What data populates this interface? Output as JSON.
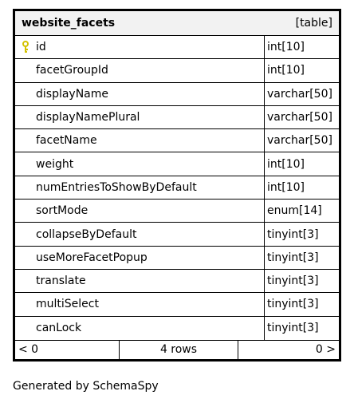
{
  "table": {
    "name": "website_facets",
    "kind": "[table]",
    "columns": [
      {
        "name": "id",
        "type": "int[10]",
        "primary_key": true
      },
      {
        "name": "facetGroupId",
        "type": "int[10]"
      },
      {
        "name": "displayName",
        "type": "varchar[50]"
      },
      {
        "name": "displayNamePlural",
        "type": "varchar[50]"
      },
      {
        "name": "facetName",
        "type": "varchar[50]"
      },
      {
        "name": "weight",
        "type": "int[10]"
      },
      {
        "name": "numEntriesToShowByDefault",
        "type": "int[10]"
      },
      {
        "name": "sortMode",
        "type": "enum[14]"
      },
      {
        "name": "collapseByDefault",
        "type": "tinyint[3]"
      },
      {
        "name": "useMoreFacetPopup",
        "type": "tinyint[3]"
      },
      {
        "name": "translate",
        "type": "tinyint[3]"
      },
      {
        "name": "multiSelect",
        "type": "tinyint[3]"
      },
      {
        "name": "canLock",
        "type": "tinyint[3]"
      }
    ],
    "footer": {
      "left": "< 0",
      "middle": "4 rows",
      "right": "0 >"
    }
  },
  "generated_by": "Generated by SchemaSpy",
  "colors": {
    "header_bg": "#f2f2f2",
    "key_icon": "#d4c200"
  },
  "icons": {
    "primary_key": "key-icon"
  }
}
